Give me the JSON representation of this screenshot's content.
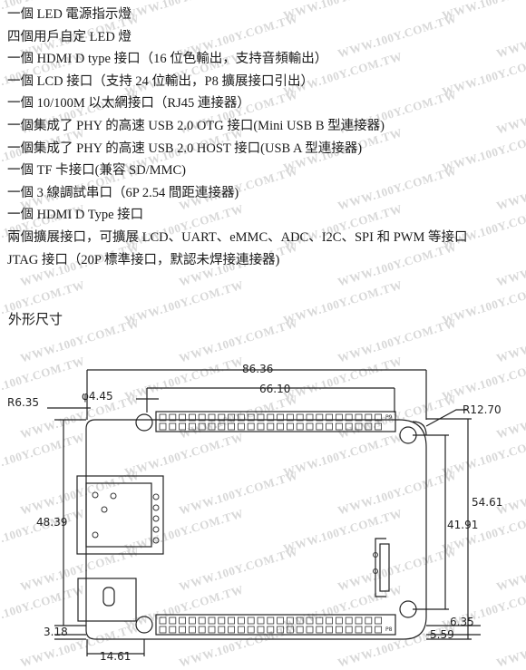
{
  "specs": [
    "一個 LED 電源指示燈",
    "四個用戶自定 LED 燈",
    "一個 HDMI D type 接口（16 位色輸出，支持音頻輸出）",
    "一個 LCD 接口（支持 24 位輸出，P8 擴展接口引出）",
    "一個 10/100M 以太網接口（RJ45 連接器）",
    "一個集成了 PHY 的高速 USB 2.0 OTG 接口(Mini USB B 型連接器)",
    "一個集成了 PHY 的高速 USB 2.0 HOST 接口(USB A 型連接器)",
    "一個 TF 卡接口(兼容 SD/MMC)",
    "一個 3 線調試串口（6P 2.54 間距連接器)",
    "一個 HDMI D Type 接口",
    "兩個擴展接口，可擴展 LCD、UART、eMMC、ADC、I2C、SPI 和 PWM 等接口",
    "JTAG 接口（20P 標準接口，默認未焊接連接器)"
  ],
  "section_title": "外形尺寸",
  "watermark": "WWW.100Y.COM.TW",
  "dimensions": {
    "overall_width": "86.36",
    "header_length": "66.10",
    "corner_radius_left": "R6.35",
    "hole_diameter": "φ4.45",
    "corner_radius_right": "R12.70",
    "overall_height": "54.61",
    "hole_spacing_right": "41.91",
    "left_height": "48.39",
    "bottom_left_offset": "3.18",
    "bottom_right_offset_a": "6.35",
    "bottom_right_offset_b": "5.59",
    "left_bottom_width": "14.61"
  },
  "header_labels": {
    "p9": "P9",
    "p8": "P8"
  }
}
